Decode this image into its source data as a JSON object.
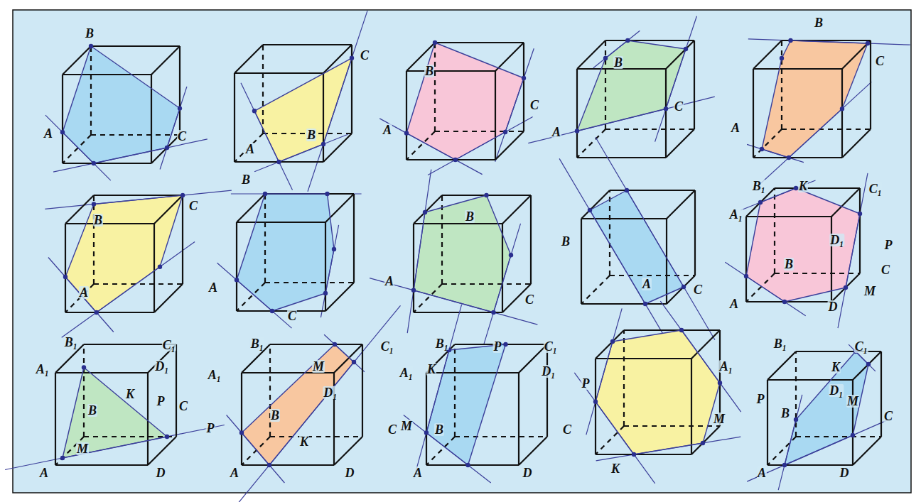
{
  "diagram": {
    "labels": [
      "B",
      "A",
      "C",
      "C",
      "B",
      "A",
      "B",
      "A",
      "C",
      "B",
      "A",
      "C",
      "B",
      "C",
      "A",
      "C",
      "B",
      "A",
      "B",
      "A",
      "C",
      "B",
      "A",
      "C",
      "B",
      "A",
      "C",
      "B₁",
      "K",
      "C₁",
      "A₁",
      "D₁",
      "P",
      "B",
      "C",
      "M",
      "A",
      "D",
      "B₁",
      "C₁",
      "A₁",
      "D₁",
      "K",
      "B",
      "P",
      "C",
      "M",
      "A",
      "D",
      "B₁",
      "C₁",
      "M",
      "A₁",
      "D₁",
      "B",
      "P",
      "C",
      "K",
      "A",
      "D",
      "B₁",
      "P",
      "C₁",
      "A₁",
      "K",
      "D₁",
      "M",
      "B",
      "C",
      "A",
      "D",
      "P",
      "M",
      "K",
      "B₁",
      "C₁",
      "A₁",
      "K",
      "D₁",
      "M",
      "P",
      "B",
      "C",
      "A",
      "D"
    ]
  }
}
